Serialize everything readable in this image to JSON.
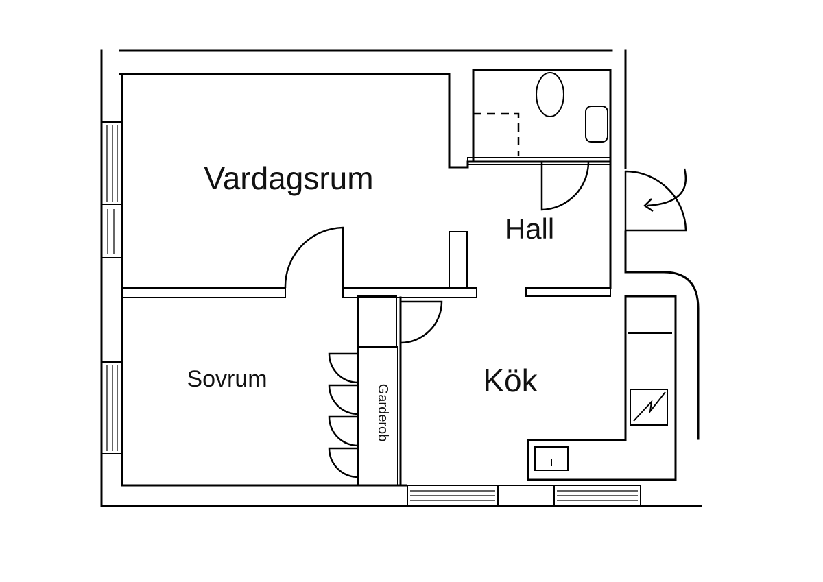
{
  "rooms": {
    "living_room": "Vardagsrum",
    "hall": "Hall",
    "bedroom": "Sovrum",
    "kitchen": "Kök",
    "wardrobe": "Garderob"
  }
}
